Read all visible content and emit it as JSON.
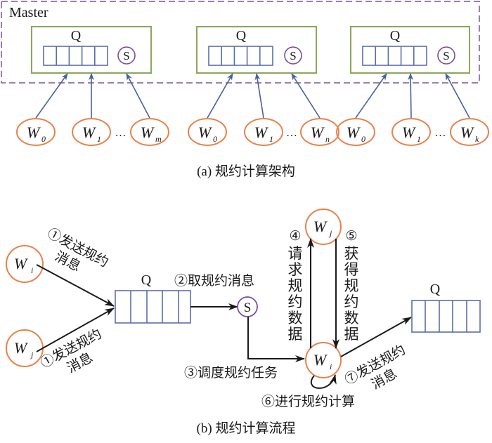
{
  "colors": {
    "master_border": "#9a7fb0",
    "group_box": "#8aa858",
    "queue": "#5a6fa8",
    "scheduler": "#7a4f97",
    "worker": "#e8834a",
    "arrow_top": "#4a5fa0",
    "arrow_bottom": "#1a1a1a"
  },
  "part_a": {
    "master_label": "Master",
    "caption": "(a) 规约计算架构",
    "groups": [
      {
        "queue_label": "Q",
        "scheduler_label": "S",
        "workers": [
          {
            "base": "W",
            "sub": "0"
          },
          {
            "base": "W",
            "sub": "1"
          },
          {
            "base": "W",
            "sub": "m"
          }
        ],
        "ellipsis": "…"
      },
      {
        "queue_label": "Q",
        "scheduler_label": "S",
        "workers": [
          {
            "base": "W",
            "sub": "0"
          },
          {
            "base": "W",
            "sub": "1"
          },
          {
            "base": "W",
            "sub": "n"
          }
        ],
        "ellipsis": "…"
      },
      {
        "queue_label": "Q",
        "scheduler_label": "S",
        "workers": [
          {
            "base": "W",
            "sub": "0"
          },
          {
            "base": "W",
            "sub": "1"
          },
          {
            "base": "W",
            "sub": "k"
          }
        ],
        "ellipsis": "…"
      }
    ]
  },
  "part_b": {
    "caption": "(b) 规约计算流程",
    "nodes": {
      "wi_left": {
        "base": "W",
        "sub": "i"
      },
      "wj_left": {
        "base": "W",
        "sub": "j"
      },
      "wj_top": {
        "base": "W",
        "sub": "j"
      },
      "wi_center": {
        "base": "W",
        "sub": "i"
      },
      "queue_left_label": "Q",
      "queue_right_label": "Q",
      "scheduler_label": "S"
    },
    "steps": {
      "step1_top_line1": "①发送规约",
      "step1_top_line2": "消息",
      "step1_bottom_line1": "①发送规约",
      "step1_bottom_line2": "消息",
      "step2": "②取规约消息",
      "step3": "③调度规约任务",
      "step4_num": "④",
      "step4_chars": [
        "请",
        "求",
        "规",
        "约",
        "数",
        "据"
      ],
      "step5_num": "⑤",
      "step5_chars": [
        "获",
        "得",
        "规",
        "约",
        "数",
        "据"
      ],
      "step6": "⑥进行规约计算",
      "step7_line1": "⑦发送规约",
      "step7_line2": "消息"
    }
  }
}
